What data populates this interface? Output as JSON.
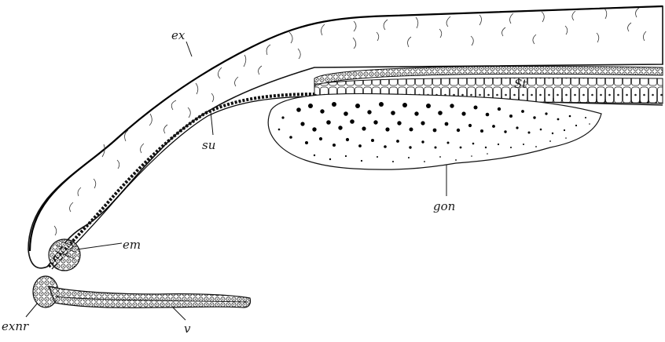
{
  "figure": {
    "labels": {
      "ex": "ex",
      "st": "St",
      "su": "su",
      "gon": "gon",
      "em": "em",
      "exnr": "exnr",
      "v": "v"
    }
  }
}
